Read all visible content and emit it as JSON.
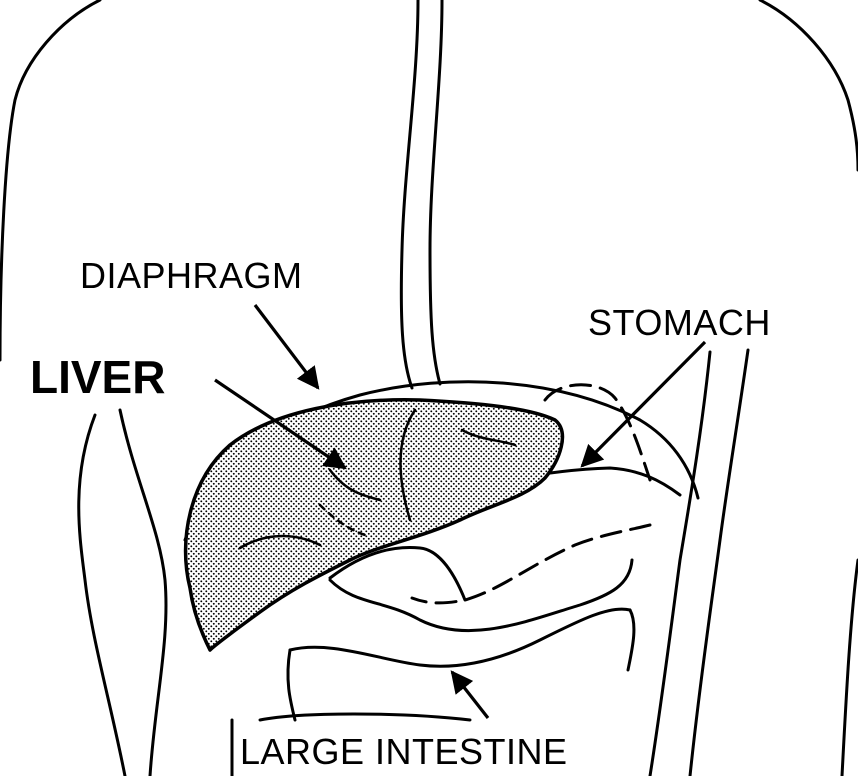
{
  "labels": {
    "diaphragm": "DIAPHRAGM",
    "liver": "LIVER",
    "stomach": "STOMACH",
    "large_intestine": "LARGE INTESTINE"
  },
  "colors": {
    "line": "#000000",
    "background": "#ffffff"
  }
}
